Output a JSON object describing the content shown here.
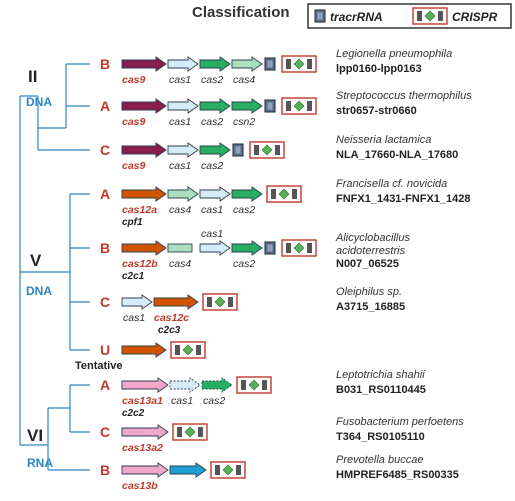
{
  "title": "Classification",
  "legend": {
    "tracr": "tracrRNA",
    "crispr": "CRISPR"
  },
  "colors": {
    "tree": "#2e86c1",
    "subtype": "#c0392b",
    "molecule": "#2e86c1",
    "cas9": "#8b1d4e",
    "cas1": "#d6eaf8",
    "cas2": "#27ae60",
    "cas4": "#a9dfbf",
    "cas12": "#d35400",
    "cas13": "#f1a7c9",
    "teal": "#1f9fd1",
    "tracr_fill": "#5d6d8a",
    "crispr_box": "#c0392b",
    "crispr_dark": "#555555",
    "crispr_diamond": "#58b05a"
  },
  "types": [
    {
      "numeral": "II",
      "molecule": "DNA"
    },
    {
      "numeral": "V",
      "molecule": "DNA"
    },
    {
      "numeral": "VI",
      "molecule": "RNA"
    }
  ],
  "rows": [
    {
      "subtype": "B",
      "organism": "Legionella pneumophila",
      "locus": "lpp0160-lpp0163",
      "genes": [
        {
          "label": "cas9",
          "kind": "cas9",
          "red": true
        },
        {
          "label": "cas1",
          "kind": "cas1"
        },
        {
          "label": "cas2",
          "kind": "cas2"
        },
        {
          "label": "cas4",
          "kind": "cas4"
        }
      ],
      "tracr": true
    },
    {
      "subtype": "A",
      "organism": "Streptococcus thermophilus",
      "locus": "str0657-str0660",
      "genes": [
        {
          "label": "cas9",
          "kind": "cas9",
          "red": true
        },
        {
          "label": "cas1",
          "kind": "cas1"
        },
        {
          "label": "cas2",
          "kind": "cas2"
        },
        {
          "label": "csn2",
          "kind": "cas2"
        }
      ],
      "tracr": true
    },
    {
      "subtype": "C",
      "organism": "Neisseria lactamica",
      "locus": "NLA_17660-NLA_17680",
      "genes": [
        {
          "label": "cas9",
          "kind": "cas9",
          "red": true
        },
        {
          "label": "cas1",
          "kind": "cas1"
        },
        {
          "label": "cas2",
          "kind": "cas2"
        }
      ],
      "tracr": true
    },
    {
      "subtype": "A",
      "organism": "Francisella cf. novicida",
      "locus": "FNFX1_1431-FNFX1_1428",
      "alias": "cpf1",
      "genes": [
        {
          "label": "cas12a",
          "kind": "cas12",
          "red": true
        },
        {
          "label": "cas4",
          "kind": "cas4"
        },
        {
          "label": "cas1",
          "kind": "cas1"
        },
        {
          "label": "cas2",
          "kind": "cas2"
        }
      ],
      "tracr": false
    },
    {
      "subtype": "B",
      "organism": "Alicyclobacillus",
      "organism2": "acidoterrestris",
      "locus": "N007_06525",
      "alias": "c2c1",
      "genes": [
        {
          "label": "cas12b",
          "kind": "cas12",
          "red": true
        },
        {
          "label": "cas4",
          "kind": "cas4",
          "block": true
        },
        {
          "label": "cas1",
          "kind": "cas1",
          "above": true
        },
        {
          "label": "cas2",
          "kind": "cas2"
        }
      ],
      "tracr": true
    },
    {
      "subtype": "C",
      "organism": "Oleiphilus sp.",
      "locus": "A3715_16885",
      "alias": "c2c3",
      "genes": [
        {
          "label": "cas1",
          "kind": "cas1"
        },
        {
          "label": "cas12c",
          "kind": "cas12",
          "red": true
        }
      ],
      "tracr": false
    },
    {
      "subtype": "U",
      "tentative": "Tentative",
      "genes": [
        {
          "label": "",
          "kind": "cas12"
        }
      ],
      "tracr": false
    },
    {
      "subtype": "A",
      "organism": "Leptotrichia shahii",
      "locus": "B031_RS0110445",
      "alias": "c2c2",
      "genes": [
        {
          "label": "cas13a1",
          "kind": "cas13",
          "red": true
        },
        {
          "label": "cas1",
          "kind": "cas1",
          "dashed": true
        },
        {
          "label": "cas2",
          "kind": "cas2",
          "dashed": true
        }
      ],
      "tracr": false
    },
    {
      "subtype": "C",
      "organism": "Fusobacterium perfoetens",
      "locus": "T364_RS0105110",
      "genes": [
        {
          "label": "cas13a2",
          "kind": "cas13",
          "red": true
        }
      ],
      "tracr": false
    },
    {
      "subtype": "B",
      "organism": "Prevotella buccae",
      "locus": "HMPREF6485_RS00335",
      "genes": [
        {
          "label": "cas13b",
          "kind": "cas13",
          "red": true
        },
        {
          "label": "",
          "kind": "teal"
        }
      ],
      "tracr": false
    }
  ]
}
